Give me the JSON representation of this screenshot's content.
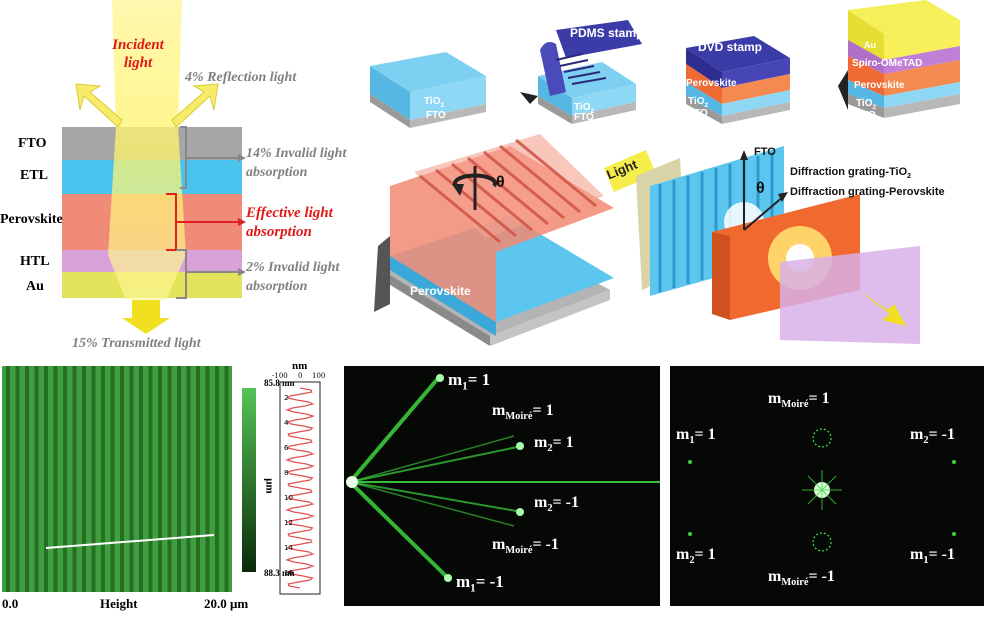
{
  "colors": {
    "fto": "#a7a7a7",
    "etl": "#44c3ef",
    "perovskite": "#f08a74",
    "htl": "#d69fd6",
    "au": "#e3e35a",
    "light": "#fff44a",
    "grating_red": "#f06a50",
    "afm_green": "#46b046"
  },
  "panel_a": {
    "incident_light": "Incident light",
    "reflection": "4% Reflection light",
    "invalid_etl": "14% Invalid light absorption",
    "effective": "Effective light absorption",
    "invalid_htl": "2% Invalid light absorption",
    "transmitted": "15% Transmitted light",
    "layers": [
      "FTO",
      "ETL",
      "Perovskite",
      "HTL",
      "Au"
    ]
  },
  "panel_b": {
    "step1": [
      "TiO2",
      "FTO"
    ],
    "step2_stamp": "PDMS stamp",
    "step2": [
      "TiO2",
      "FTO"
    ],
    "step3_stamp": "DVD stamp",
    "step3": [
      "Perovskite",
      "TiO2",
      "FTO"
    ],
    "step4": [
      "Au",
      "Spiro-OMeTAD",
      "Perovskite",
      "TiO2",
      "FTO"
    ],
    "rotation_symbol": "θ",
    "stack": [
      "Perovskite",
      "TiO2",
      "FTO"
    ]
  },
  "panel_c": {
    "light": "Light",
    "fto": "FTO",
    "grating_tio2": "Diffraction grating-TiO2",
    "grating_perov": "Diffraction grating-Perovskite",
    "theta": "θ"
  },
  "panel_d": {
    "scale_max": "85.8 nm",
    "scale_min": "88.3 nm",
    "x_start": "0.0",
    "x_label": "Height",
    "x_end": "20.0 μm",
    "profile_axis_title": "nm",
    "profile_x_ticks": [
      "-100",
      "0",
      "100"
    ],
    "profile_y_ticks": [
      "2",
      "4",
      "6",
      "8",
      "10",
      "12",
      "14",
      "16"
    ],
    "profile_y_label": "μm"
  },
  "panel_e": {
    "labels": [
      "m1= 1",
      "mMoiré= 1",
      "m2= 1",
      "m2= -1",
      "mMoiré= -1",
      "m1= -1"
    ]
  },
  "panel_f": {
    "labels": [
      "mMoiré= 1",
      "m1= 1",
      "m2= -1",
      "m2= 1",
      "m1= -1",
      "mMoiré= -1"
    ]
  }
}
